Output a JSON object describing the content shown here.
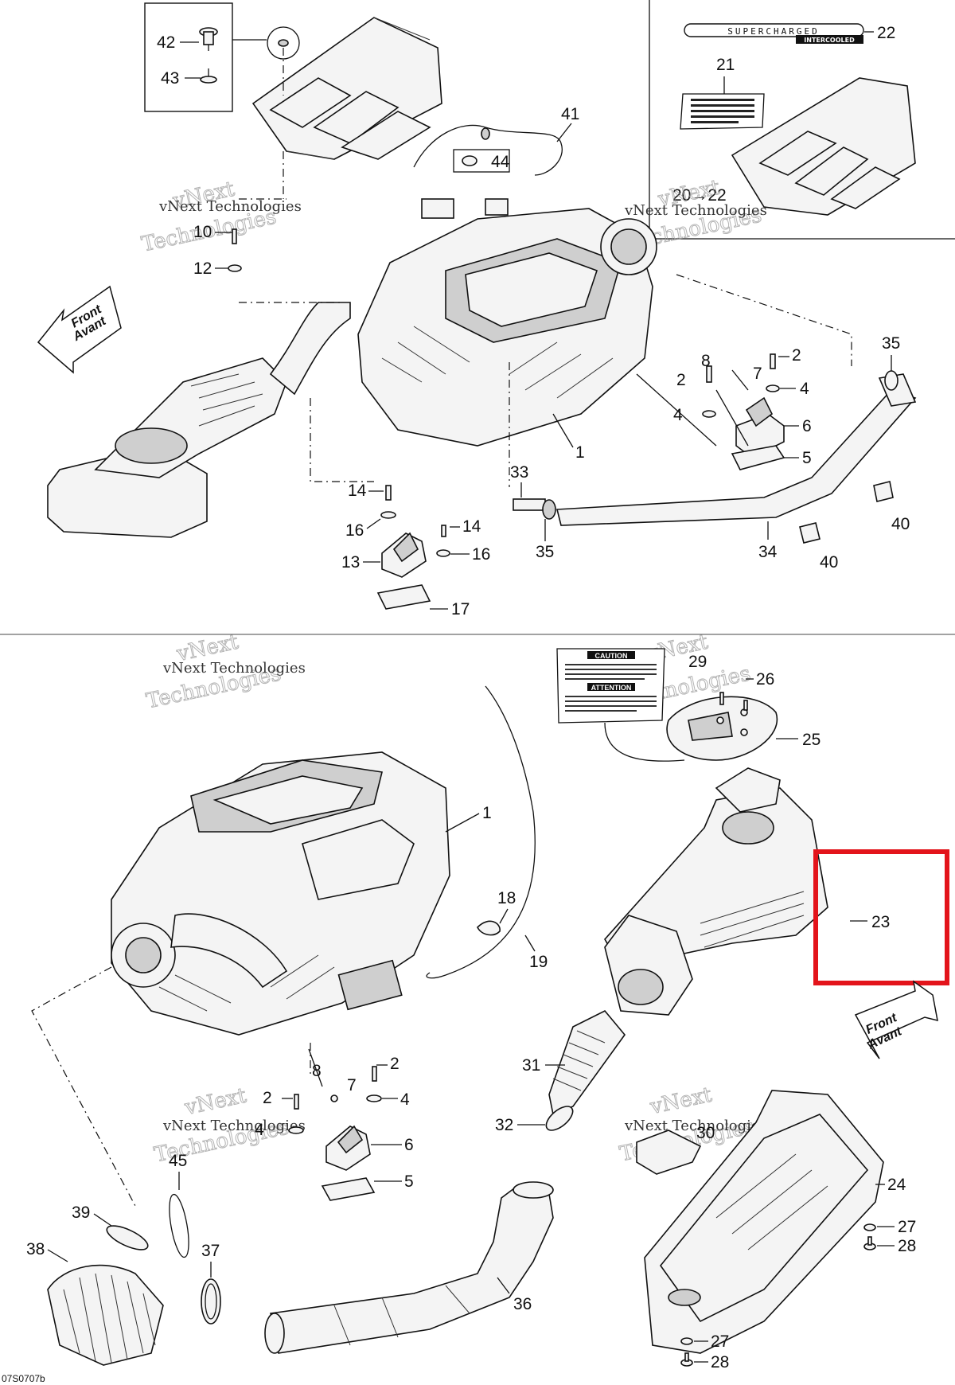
{
  "title_code": "07S0707b",
  "front_label_line1": "Front",
  "front_label_line2": "Avant",
  "watermark_line1": "vNext",
  "watermark_line2": "Technologies",
  "watermark_small": "vNext Technologies",
  "emblem_text_1": "SUPERCHARGED",
  "emblem_text_2": "INTERCOOLED",
  "caution_title": "CAUTION",
  "attention_title": "ATTENTION",
  "highlight_color": "#e3141b",
  "callouts": {
    "c42": "42",
    "c43": "43",
    "c41": "41",
    "c44": "44",
    "c22": "22",
    "c21": "21",
    "c20_22": "20→22",
    "c10": "10",
    "c12": "12",
    "c35a": "35",
    "c8a": "8",
    "c2a": "2",
    "c7a": "7",
    "c2b": "2",
    "c4a": "4",
    "c4b": "4",
    "c6a": "6",
    "c5a": "5",
    "c1a": "1",
    "c33": "33",
    "c14a": "14",
    "c16a": "16",
    "c14b": "14",
    "c16b": "16",
    "c13": "13",
    "c17": "17",
    "c35b": "35",
    "c34": "34",
    "c40a": "40",
    "c40b": "40",
    "c29": "29",
    "c26": "26",
    "c25": "25",
    "c1b": "1",
    "c23": "23",
    "c18": "18",
    "c19": "19",
    "c31": "31",
    "c32": "32",
    "c30": "30",
    "c24": "24",
    "c27a": "27",
    "c28a": "28",
    "c27b": "27",
    "c28b": "28",
    "c8b": "8",
    "c2c": "2",
    "c7b": "7",
    "c2d": "2",
    "c4c": "4",
    "c4d": "4",
    "c6b": "6",
    "c5b": "5",
    "c45": "45",
    "c39": "39",
    "c38": "38",
    "c37": "37",
    "c36": "36"
  }
}
